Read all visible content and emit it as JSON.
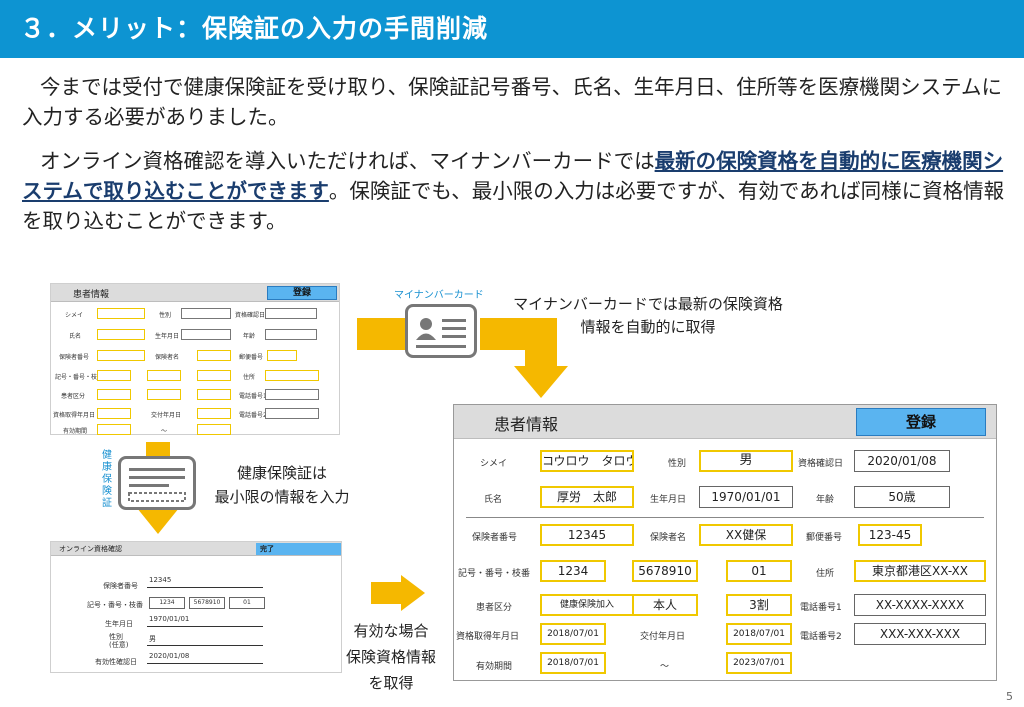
{
  "title": "３．メリット：保険証の入力の手間削減",
  "paragraph1": "今までは受付で健康保険証を受け取り、保険証記号番号、氏名、生年月日、住所等を医療機関システムに入力する必要がありました。",
  "paragraph2_start": "オンライン資格確認を導入いただければ、マイナンバーカードでは",
  "paragraph2_bold": "最新の保険資格を自動的に医療機関システムで取り込むことができます",
  "paragraph2_end": "。保険証でも、最小限の入力は必要ですが、有効であれば同様に資格情報を取り込むことができます。",
  "mynumber_card_label": "マイナンバーカード",
  "mynumber_caption_line1": "マイナンバーカードでは最新の保険資格",
  "mynumber_caption_line2": "情報を自動的に取得",
  "insurance_card_label": "健康保険証",
  "insurance_caption_line1": "健康保険証は",
  "insurance_caption_line2": "最小限の情報を入力",
  "valid_caption_line1": "有効な場合",
  "valid_caption_line2": "保険資格情報",
  "valid_caption_line3": "を取得",
  "page_number": "5",
  "small_form": {
    "title": "患者情報",
    "register": "登録",
    "labels": {
      "kana": "シメイ",
      "sex": "性別",
      "cert_date": "資格確認日",
      "name": "氏名",
      "birth": "生年月日",
      "age": "年齢",
      "insurer_no": "保険者番号",
      "insurer_name": "保険者名",
      "postal": "郵便番号",
      "symbol": "記号・番号・枝番",
      "address": "住所",
      "category": "患者区分",
      "phone1": "電話番号1",
      "acquired": "資格取得年月日",
      "issued": "交付年月日",
      "phone2": "電話番号2",
      "validity": "有効期間",
      "tilde": "～"
    }
  },
  "online_form": {
    "title": "オンライン資格確認",
    "status": "完了",
    "labels": {
      "insurer_no": "保険者番号",
      "symbol": "記号・番号・枝番",
      "birth": "生年月日",
      "sex": "性別\n(任意)",
      "valid_date": "有効性確認日"
    },
    "values": {
      "insurer_no": "12345",
      "symbol1": "1234",
      "symbol2": "5678910",
      "symbol3": "01",
      "birth": "1970/01/01",
      "sex": "男",
      "valid_date": "2020/01/08"
    }
  },
  "big_form": {
    "title": "患者情報",
    "register": "登録",
    "labels": {
      "kana": "シメイ",
      "sex": "性別",
      "cert_date": "資格確認日",
      "name": "氏名",
      "birth": "生年月日",
      "age": "年齢",
      "insurer_no": "保険者番号",
      "insurer_name": "保険者名",
      "postal": "郵便番号",
      "symbol": "記号・番号・枝番",
      "address": "住所",
      "category": "患者区分",
      "phone1": "電話番号1",
      "acquired": "資格取得年月日",
      "issued": "交付年月日",
      "phone2": "電話番号2",
      "validity": "有効期間",
      "tilde": "～"
    },
    "values": {
      "kana": "コウロウ　タロウ",
      "sex": "男",
      "cert_date": "2020/01/08",
      "name": "厚労　太郎",
      "birth": "1970/01/01",
      "age": "50歳",
      "insurer_no": "12345",
      "insurer_name": "XX健保",
      "postal": "123-45",
      "symbol1": "1234",
      "symbol2": "5678910",
      "symbol3": "01",
      "address": "東京都港区XX-XX",
      "category": "健康保険加入",
      "category2": "本人",
      "ratio": "3割",
      "phone1": "XX-XXXX-XXXX",
      "acquired": "2018/07/01",
      "issued": "2018/07/01",
      "phone2": "XXX-XXX-XXX",
      "valid_from": "2018/07/01",
      "valid_to": "2023/07/01"
    }
  },
  "colors": {
    "header_bg": "#0d94d2",
    "arrow": "#f5b800",
    "field_border": "#f0c800",
    "register_btn": "#5ab4f0",
    "emphasis": "#1a3d6e"
  }
}
